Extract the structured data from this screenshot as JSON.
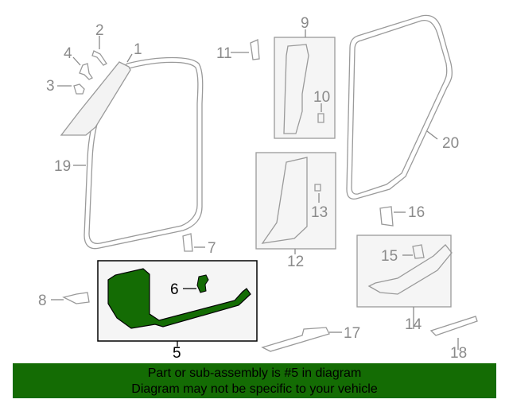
{
  "diagram": {
    "highlighted_part": "5",
    "callouts": [
      {
        "id": "1",
        "label": "1"
      },
      {
        "id": "2",
        "label": "2"
      },
      {
        "id": "3",
        "label": "3"
      },
      {
        "id": "4",
        "label": "4"
      },
      {
        "id": "5",
        "label": "5"
      },
      {
        "id": "6",
        "label": "6"
      },
      {
        "id": "7",
        "label": "7"
      },
      {
        "id": "8",
        "label": "8"
      },
      {
        "id": "9",
        "label": "9"
      },
      {
        "id": "10",
        "label": "10"
      },
      {
        "id": "11",
        "label": "11"
      },
      {
        "id": "12",
        "label": "12"
      },
      {
        "id": "13",
        "label": "13"
      },
      {
        "id": "14",
        "label": "14"
      },
      {
        "id": "15",
        "label": "15"
      },
      {
        "id": "16",
        "label": "16"
      },
      {
        "id": "17",
        "label": "17"
      },
      {
        "id": "18",
        "label": "18"
      },
      {
        "id": "19",
        "label": "19"
      },
      {
        "id": "20",
        "label": "20"
      }
    ],
    "colors": {
      "highlight": "#146c04",
      "outline": "#9a9a9a",
      "banner": "#146c04"
    }
  },
  "banner": {
    "line1": "Part or sub-assembly is #5 in diagram",
    "line2": "Diagram may not be specific to your vehicle"
  }
}
